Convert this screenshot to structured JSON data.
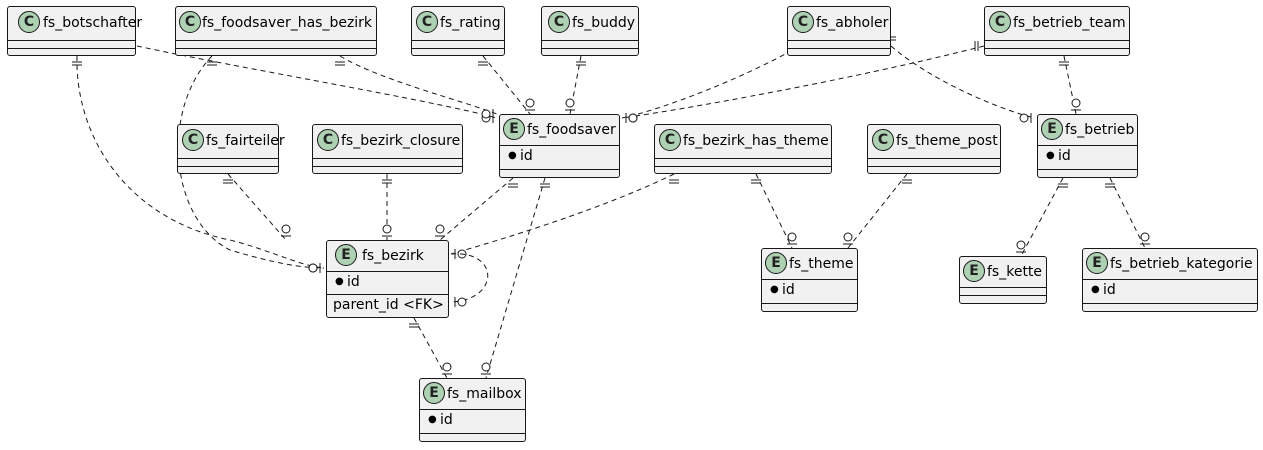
{
  "nodes": {
    "botschafter": {
      "type": "C",
      "name": "fs_botschafter"
    },
    "foodsaver_has_bezirk": {
      "type": "C",
      "name": "fs_foodsaver_has_bezirk"
    },
    "rating": {
      "type": "C",
      "name": "fs_rating"
    },
    "buddy": {
      "type": "C",
      "name": "fs_buddy"
    },
    "abholer": {
      "type": "C",
      "name": "fs_abholer"
    },
    "betrieb_team": {
      "type": "C",
      "name": "fs_betrieb_team"
    },
    "fairteiler": {
      "type": "C",
      "name": "fs_fairteiler"
    },
    "bezirk_closure": {
      "type": "C",
      "name": "fs_bezirk_closure"
    },
    "foodsaver": {
      "type": "E",
      "name": "fs_foodsaver",
      "fields": [
        "id"
      ]
    },
    "bezirk_has_theme": {
      "type": "C",
      "name": "fs_bezirk_has_theme"
    },
    "theme_post": {
      "type": "C",
      "name": "fs_theme_post"
    },
    "betrieb": {
      "type": "E",
      "name": "fs_betrieb",
      "fields": [
        "id"
      ]
    },
    "bezirk": {
      "type": "E",
      "name": "fs_bezirk",
      "fields": [
        "id"
      ],
      "fk": "parent_id <FK>"
    },
    "theme": {
      "type": "E",
      "name": "fs_theme",
      "fields": [
        "id"
      ]
    },
    "kette": {
      "type": "E",
      "name": "fs_kette",
      "fields": []
    },
    "betrieb_kategorie": {
      "type": "E",
      "name": "fs_betrieb_kategorie",
      "fields": [
        "id"
      ]
    },
    "mailbox": {
      "type": "E",
      "name": "fs_mailbox",
      "fields": [
        "id"
      ]
    }
  },
  "field_bullet": "●",
  "edges": [
    {
      "from": "botschafter",
      "to": "foodsaver"
    },
    {
      "from": "botschafter",
      "to": "bezirk"
    },
    {
      "from": "foodsaver_has_bezirk",
      "to": "foodsaver"
    },
    {
      "from": "foodsaver_has_bezirk",
      "to": "bezirk"
    },
    {
      "from": "rating",
      "to": "foodsaver"
    },
    {
      "from": "buddy",
      "to": "foodsaver"
    },
    {
      "from": "abholer",
      "to": "foodsaver"
    },
    {
      "from": "abholer",
      "to": "betrieb"
    },
    {
      "from": "betrieb_team",
      "to": "foodsaver"
    },
    {
      "from": "betrieb_team",
      "to": "betrieb"
    },
    {
      "from": "fairteiler",
      "to": "bezirk"
    },
    {
      "from": "bezirk_closure",
      "to": "bezirk"
    },
    {
      "from": "foodsaver",
      "to": "bezirk"
    },
    {
      "from": "foodsaver",
      "to": "mailbox"
    },
    {
      "from": "bezirk_has_theme",
      "to": "bezirk"
    },
    {
      "from": "bezirk_has_theme",
      "to": "theme"
    },
    {
      "from": "theme_post",
      "to": "theme"
    },
    {
      "from": "betrieb",
      "to": "kette"
    },
    {
      "from": "betrieb",
      "to": "betrieb_kategorie"
    },
    {
      "from": "bezirk",
      "to": "mailbox"
    },
    {
      "from": "bezirk",
      "to": "bezirk"
    }
  ],
  "colors": {
    "node_fill": "#f1f1f1",
    "border": "#181818",
    "badge": "#add1b2"
  }
}
